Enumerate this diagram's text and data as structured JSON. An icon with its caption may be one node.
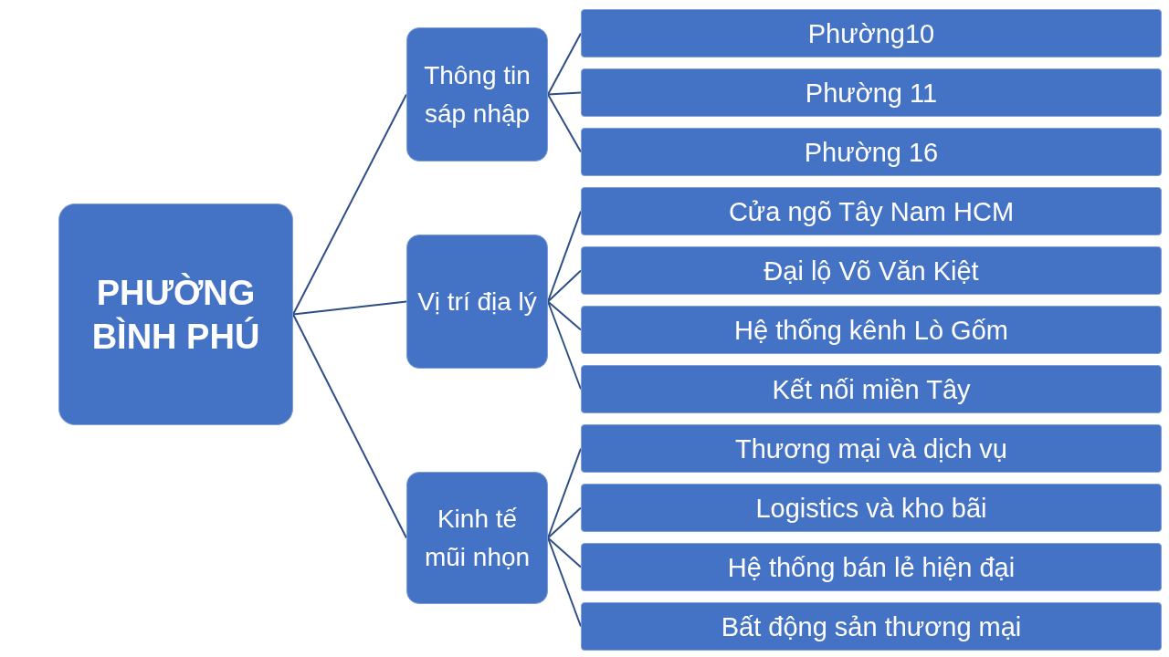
{
  "diagram": {
    "nodes": [
      {
        "text": [
          "PHƯỜNG BÌNH PHÚ"
        ]
      },
      {
        "text": [
          "Thông tin sáp nhập"
        ]
      },
      {
        "text": [
          "Vị trí địa lý"
        ]
      },
      {
        "text": [
          "Kinh tế mũi nhọn"
        ]
      },
      {
        "text": [
          "Phường10"
        ]
      },
      {
        "text": [
          "Phường 11"
        ]
      },
      {
        "text": [
          "Phường 16"
        ]
      },
      {
        "text": [
          "Cửa ngõ Tây Nam HCM"
        ]
      },
      {
        "text": [
          "Đại lộ Võ Văn Kiệt"
        ]
      },
      {
        "text": [
          "Hệ thống kênh Lò Gốm"
        ]
      },
      {
        "text": [
          "Kết nối miền Tây"
        ]
      },
      {
        "text": [
          "Thương mại và dịch vụ"
        ]
      },
      {
        "text": [
          "Logistics và kho bãi"
        ]
      },
      {
        "text": [
          "Hệ thống bán lẻ hiện đại"
        ]
      },
      {
        "text": [
          "Bất động sản thương mại"
        ]
      }
    ],
    "edges": [
      {
        "from": 0,
        "to": 1,
        "arrow": "none"
      },
      {
        "from": 0,
        "to": 2,
        "arrow": "none"
      },
      {
        "from": 0,
        "to": 3,
        "arrow": "none"
      },
      {
        "from": 1,
        "to": 4,
        "arrow": "none"
      },
      {
        "from": 1,
        "to": 5,
        "arrow": "none"
      },
      {
        "from": 1,
        "to": 6,
        "arrow": "none"
      },
      {
        "from": 2,
        "to": 7,
        "arrow": "none"
      },
      {
        "from": 2,
        "to": 8,
        "arrow": "none"
      },
      {
        "from": 2,
        "to": 9,
        "arrow": "none"
      },
      {
        "from": 2,
        "to": 10,
        "arrow": "none"
      },
      {
        "from": 3,
        "to": 11,
        "arrow": "none"
      },
      {
        "from": 3,
        "to": 12,
        "arrow": "none"
      },
      {
        "from": 3,
        "to": 13,
        "arrow": "none"
      },
      {
        "from": 3,
        "to": 14,
        "arrow": "none"
      }
    ]
  }
}
